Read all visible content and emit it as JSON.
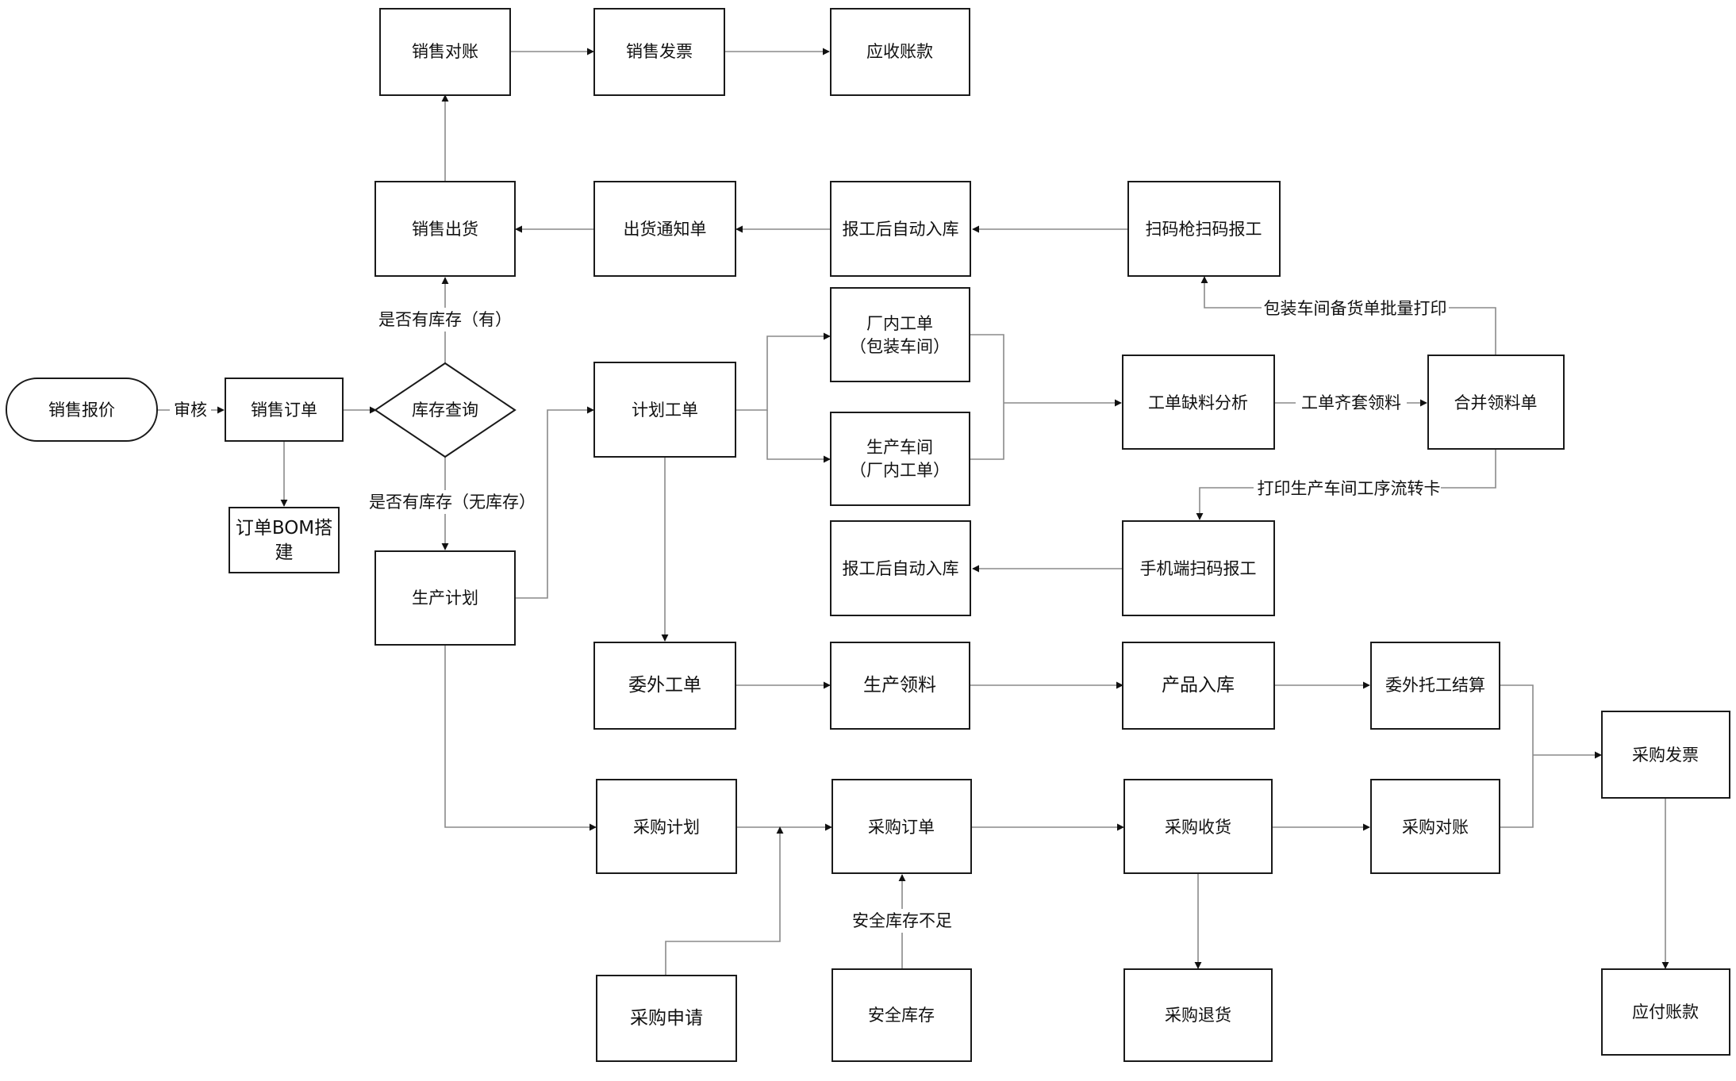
{
  "nodes": {
    "sales_quote": "销售报价",
    "sales_order": "销售订单",
    "order_bom": [
      "订单BOM搭",
      "建"
    ],
    "stock_query": "库存查询",
    "sales_reconcile": "销售对账",
    "sales_invoice": "销售发票",
    "receivable": "应收账款",
    "sales_ship": "销售出货",
    "ship_notice": "出货通知单",
    "auto_stockin_1": "报工后自动入库",
    "scan_gun_report": "扫码枪扫码报工",
    "plan_workorder": "计划工单",
    "factory_workorder": [
      "厂内工单",
      "（包装车间）"
    ],
    "prod_workshop": [
      "生产车间",
      "（厂内工单）"
    ],
    "shortage_analysis": "工单缺料分析",
    "merge_picking": "合并领料单",
    "mobile_scan_report": "手机端扫码报工",
    "auto_stockin_2": "报工后自动入库",
    "prod_plan": "生产计划",
    "outsource_order": "委外工单",
    "prod_picking": "生产领料",
    "product_stockin": "产品入库",
    "outsource_settle": "委外托工结算",
    "purchase_invoice": "采购发票",
    "purchase_plan": "采购计划",
    "purchase_order": "采购订单",
    "purchase_receive": "采购收货",
    "purchase_reconcile": "采购对账",
    "purchase_request": "采购申请",
    "safety_stock": "安全库存",
    "purchase_return": "采购退货",
    "payable": "应付账款"
  },
  "edge_labels": {
    "audit": "审核",
    "has_stock": "是否有库存（有）",
    "no_stock": "是否有库存（无库存）",
    "pack_batch_print": "包装车间备货单批量打印",
    "kit_picking": "工单齐套领料",
    "print_route_card": "打印生产车间工序流转卡",
    "safety_low": "安全库存不足"
  }
}
